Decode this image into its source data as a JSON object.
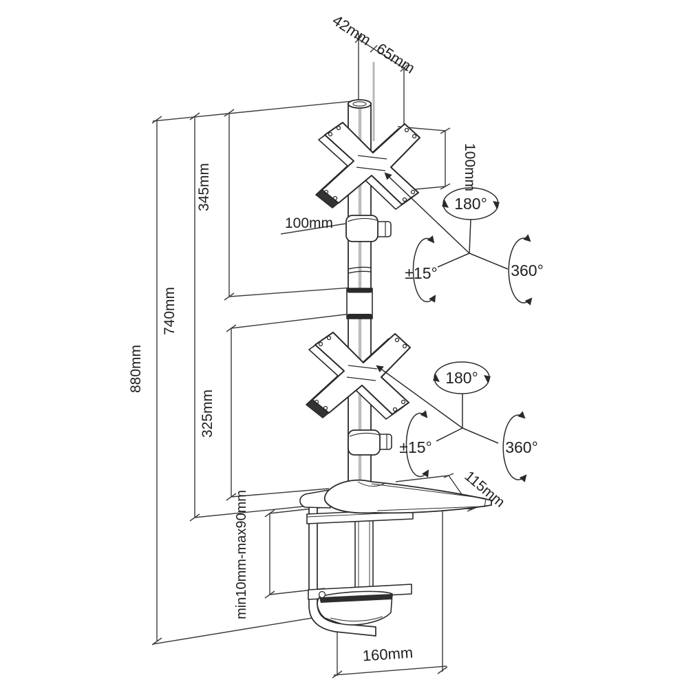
{
  "meta": {
    "description": "Technical dimension diagram of a dual-monitor vertical pole desk mount with C-clamp base",
    "background_color": "#ffffff",
    "line_color": "#2a2a2a",
    "gray_accent_color": "#b8b8b8"
  },
  "dimensions": {
    "pole_top_width": "42mm",
    "pole_top_offset": "65mm",
    "vesa_plate_size": "100mm",
    "upper_segment": "345mm",
    "pole_height": "740mm",
    "total_height": "880mm",
    "collar_spacing": "100mm",
    "lower_segment": "325mm",
    "base_arm_depth": "115mm",
    "clamp_grip_range": "min10mm-max90mm",
    "base_width": "160mm"
  },
  "rotations": {
    "upper": {
      "swivel": "180°",
      "tilt": "±15°",
      "rotate": "360°"
    },
    "lower": {
      "swivel": "180°",
      "tilt": "±15°",
      "rotate": "360°"
    }
  }
}
